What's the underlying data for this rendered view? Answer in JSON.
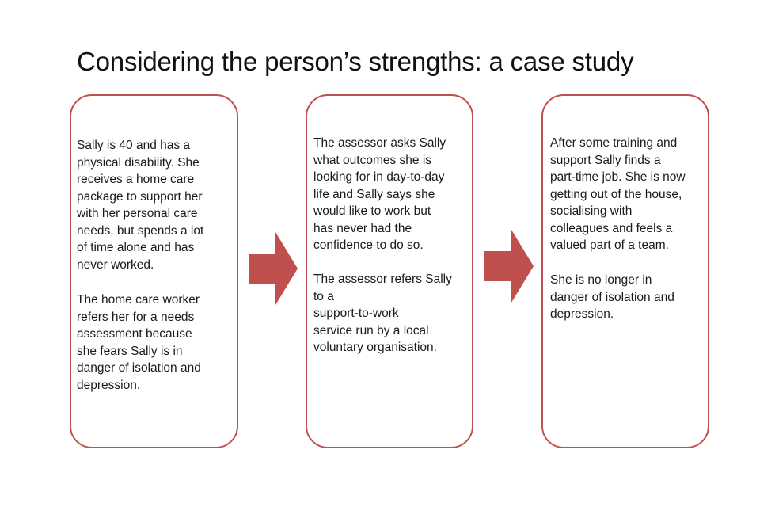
{
  "title": "Considering the person’s strengths: a case study",
  "steps": [
    {
      "paragraphs": [
        "Sally is 40 and has a\nphysical disability. She\nreceives a home care\npackage to support her\nwith her personal care\nneeds, but spends a lot\nof time alone and has\nnever worked.",
        "The home care worker\nrefers her for a needs\nassessment because\nshe fears Sally is in\ndanger of isolation and\ndepression."
      ]
    },
    {
      "paragraphs": [
        "The assessor asks Sally\nwhat outcomes she is\nlooking for in day-to-day\nlife and Sally says she\nwould like to work but\nhas never had the\nconfidence to do so.",
        "The assessor refers Sally\nto a\nsupport-to-work\nservice run by a local\nvoluntary organisation."
      ]
    },
    {
      "paragraphs": [
        "After some training and\nsupport Sally finds a\npart-time job. She is now\ngetting out of the house,\nsocialising with\ncolleagues and feels a\nvalued part of a team.",
        "She is no longer in\ndanger of isolation and\ndepression."
      ]
    }
  ],
  "colors": {
    "box_border": "#c0504d",
    "arrow_fill": "#c0504d",
    "text": "#1a1a1a"
  }
}
